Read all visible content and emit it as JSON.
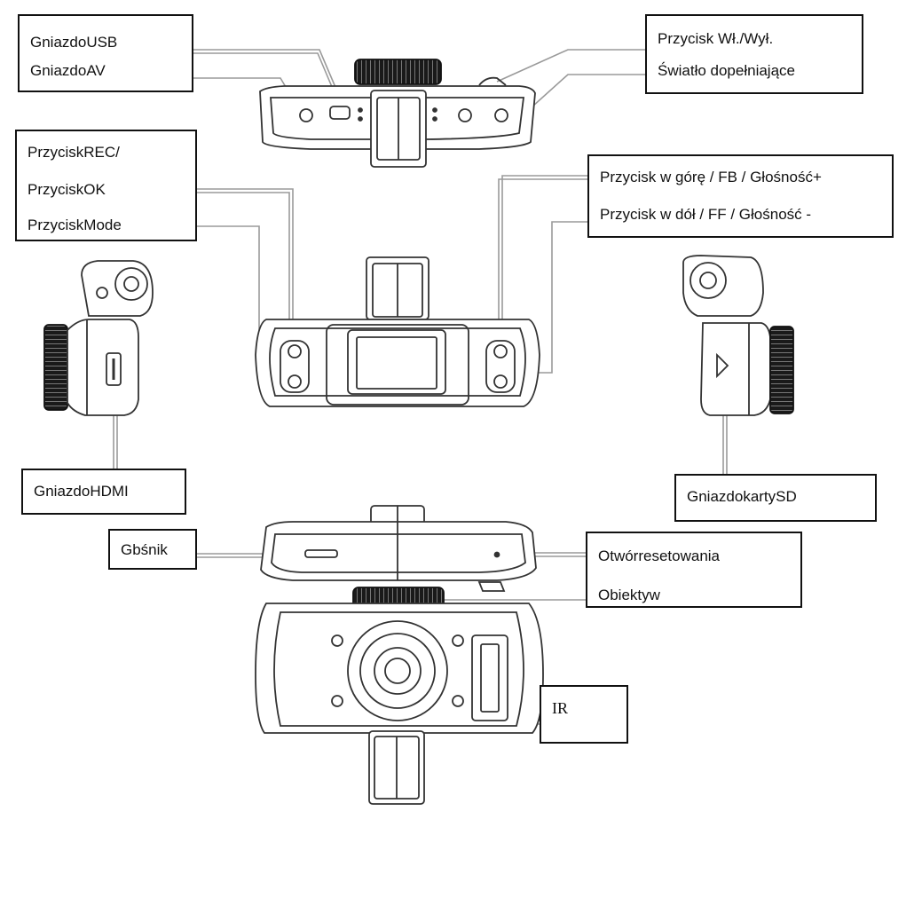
{
  "labels": {
    "usb_socket": "GniazdoUSB",
    "av_socket": "GniazdoAV",
    "power_button": "Przycisk Wł./Wył.",
    "fill_light": "Światło dopełniające",
    "rec_button": "PrzyciskREC/",
    "ok_button": "PrzyciskOK",
    "mode_button": "PrzyciskMode",
    "up_button": "Przycisk w górę / FB / Głośność+",
    "down_button": "Przycisk w dół / FF / Głośność -",
    "hdmi_socket": "GniazdoHDMI",
    "sd_slot": "GniazdokartySD",
    "speaker": "Gbśnik",
    "reset_hole": "Otwórresetowania",
    "lens": "Obiektyw",
    "ir": "IR"
  },
  "colors": {
    "box_border": "#111111",
    "leader_line": "#9a9a9a",
    "device_outline": "#333333",
    "knurl": "#1a1a1a"
  }
}
